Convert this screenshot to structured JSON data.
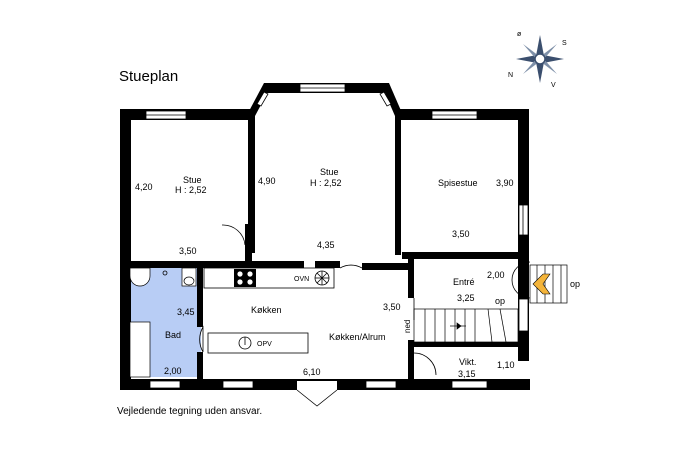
{
  "title": "Stueplan",
  "footnote": "Vejledende tegning uden ansvar.",
  "compass": {
    "n": "N",
    "s": "S",
    "v": "V",
    "o": "ø"
  },
  "colors": {
    "wall": "#000000",
    "bath_floor": "#b8cdf5",
    "compass_fill": "#3b4f6e",
    "entrance_arrow": "#f4b43a"
  },
  "rooms": {
    "stue_left": {
      "name": "Stue",
      "height": "H : 2,52",
      "dim_v": "4,20",
      "dim_h": "3,50"
    },
    "stue_center": {
      "name": "Stue",
      "height": "H : 2,52",
      "dim_v": "4,90",
      "dim_h": "4,35"
    },
    "spisestue": {
      "name": "Spisestue",
      "dim_v": "3,90",
      "dim_h": "3,50"
    },
    "entre": {
      "name": "Entré",
      "dim_v": "2,00",
      "dim_h": "3,25"
    },
    "koekken": {
      "name": "Køkken"
    },
    "koekken_alrum": {
      "name": "Køkken/Alrum",
      "dim_v": "3,50",
      "dim_h": "6,10"
    },
    "bad": {
      "name": "Bad",
      "dim_v": "3,45",
      "dim_h": "2,00"
    },
    "vikt": {
      "name": "Vikt.",
      "dim_v": "1,10",
      "dim_h": "3,15"
    }
  },
  "fixtures": {
    "oven": "OVN",
    "dishwasher": "OPV"
  },
  "stairs": {
    "down": "ned",
    "up_inside": "op",
    "up_outside": "op"
  }
}
